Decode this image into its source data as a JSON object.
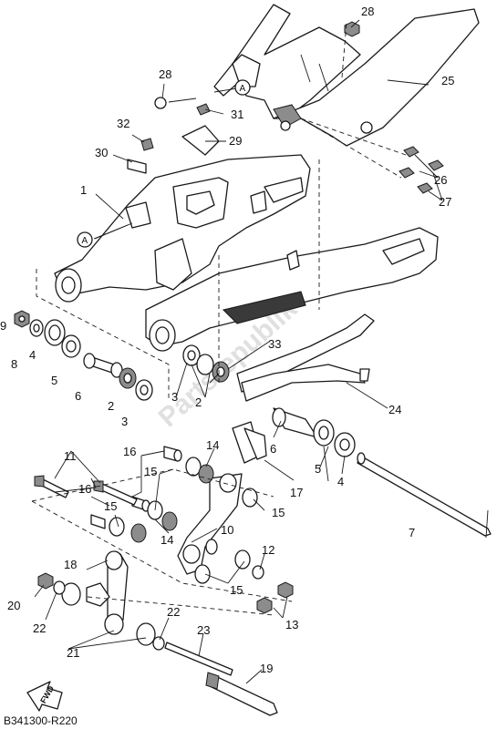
{
  "callouts": {
    "c1": "1",
    "c2a": "2",
    "c2b": "2",
    "c3a": "3",
    "c3b": "3",
    "c4a": "4",
    "c4b": "4",
    "c5a": "5",
    "c5b": "5",
    "c6a": "6",
    "c6b": "6",
    "c7": "7",
    "c8": "8",
    "c9": "9",
    "c10": "10",
    "c11": "11",
    "c12": "12",
    "c13": "13",
    "c14a": "14",
    "c14b": "14",
    "c15a": "15",
    "c15b": "15",
    "c15c": "15",
    "c15d": "15",
    "c16a": "16",
    "c16b": "16",
    "c17": "17",
    "c18": "18",
    "c19": "19",
    "c20": "20",
    "c21": "21",
    "c22a": "22",
    "c22b": "22",
    "c23": "23",
    "c24": "24",
    "c25": "25",
    "c26": "26",
    "c27": "27",
    "c28a": "28",
    "c28b": "28",
    "c29": "29",
    "c30": "30",
    "c31": "31",
    "c32": "32",
    "c33": "33"
  },
  "ref_marks": {
    "a1": "A",
    "a2": "A"
  },
  "fwd_label": "FWD",
  "diagram_code": "B341300-R220",
  "watermark": "Partsrepublik"
}
